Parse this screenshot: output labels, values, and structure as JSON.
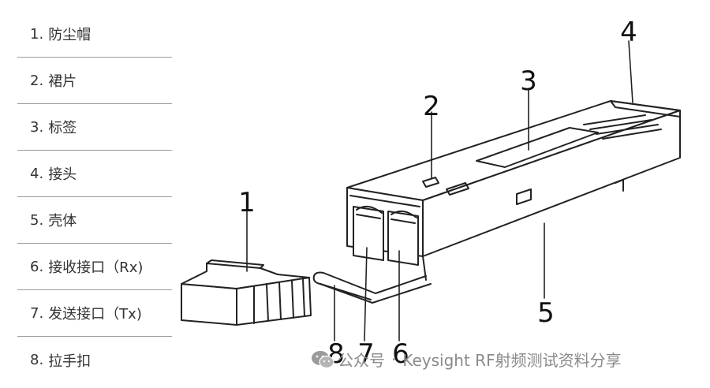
{
  "legend": [
    {
      "num": "1.",
      "label": "防尘帽"
    },
    {
      "num": "2.",
      "label": "裙片"
    },
    {
      "num": "3.",
      "label": "标签"
    },
    {
      "num": "4.",
      "label": "接头"
    },
    {
      "num": "5.",
      "label": "壳体"
    },
    {
      "num": "6.",
      "label": "接收接口（Rx)"
    },
    {
      "num": "7.",
      "label": "发送接口（Tx)"
    },
    {
      "num": "8.",
      "label": "拉手扣"
    }
  ],
  "callouts": [
    "1",
    "2",
    "3",
    "4",
    "5",
    "6",
    "7",
    "8"
  ],
  "watermark": {
    "account": "公众号",
    "separator": "·",
    "name": "Keysight RF射频测试资料分享",
    "icon": "wechat-icon"
  }
}
